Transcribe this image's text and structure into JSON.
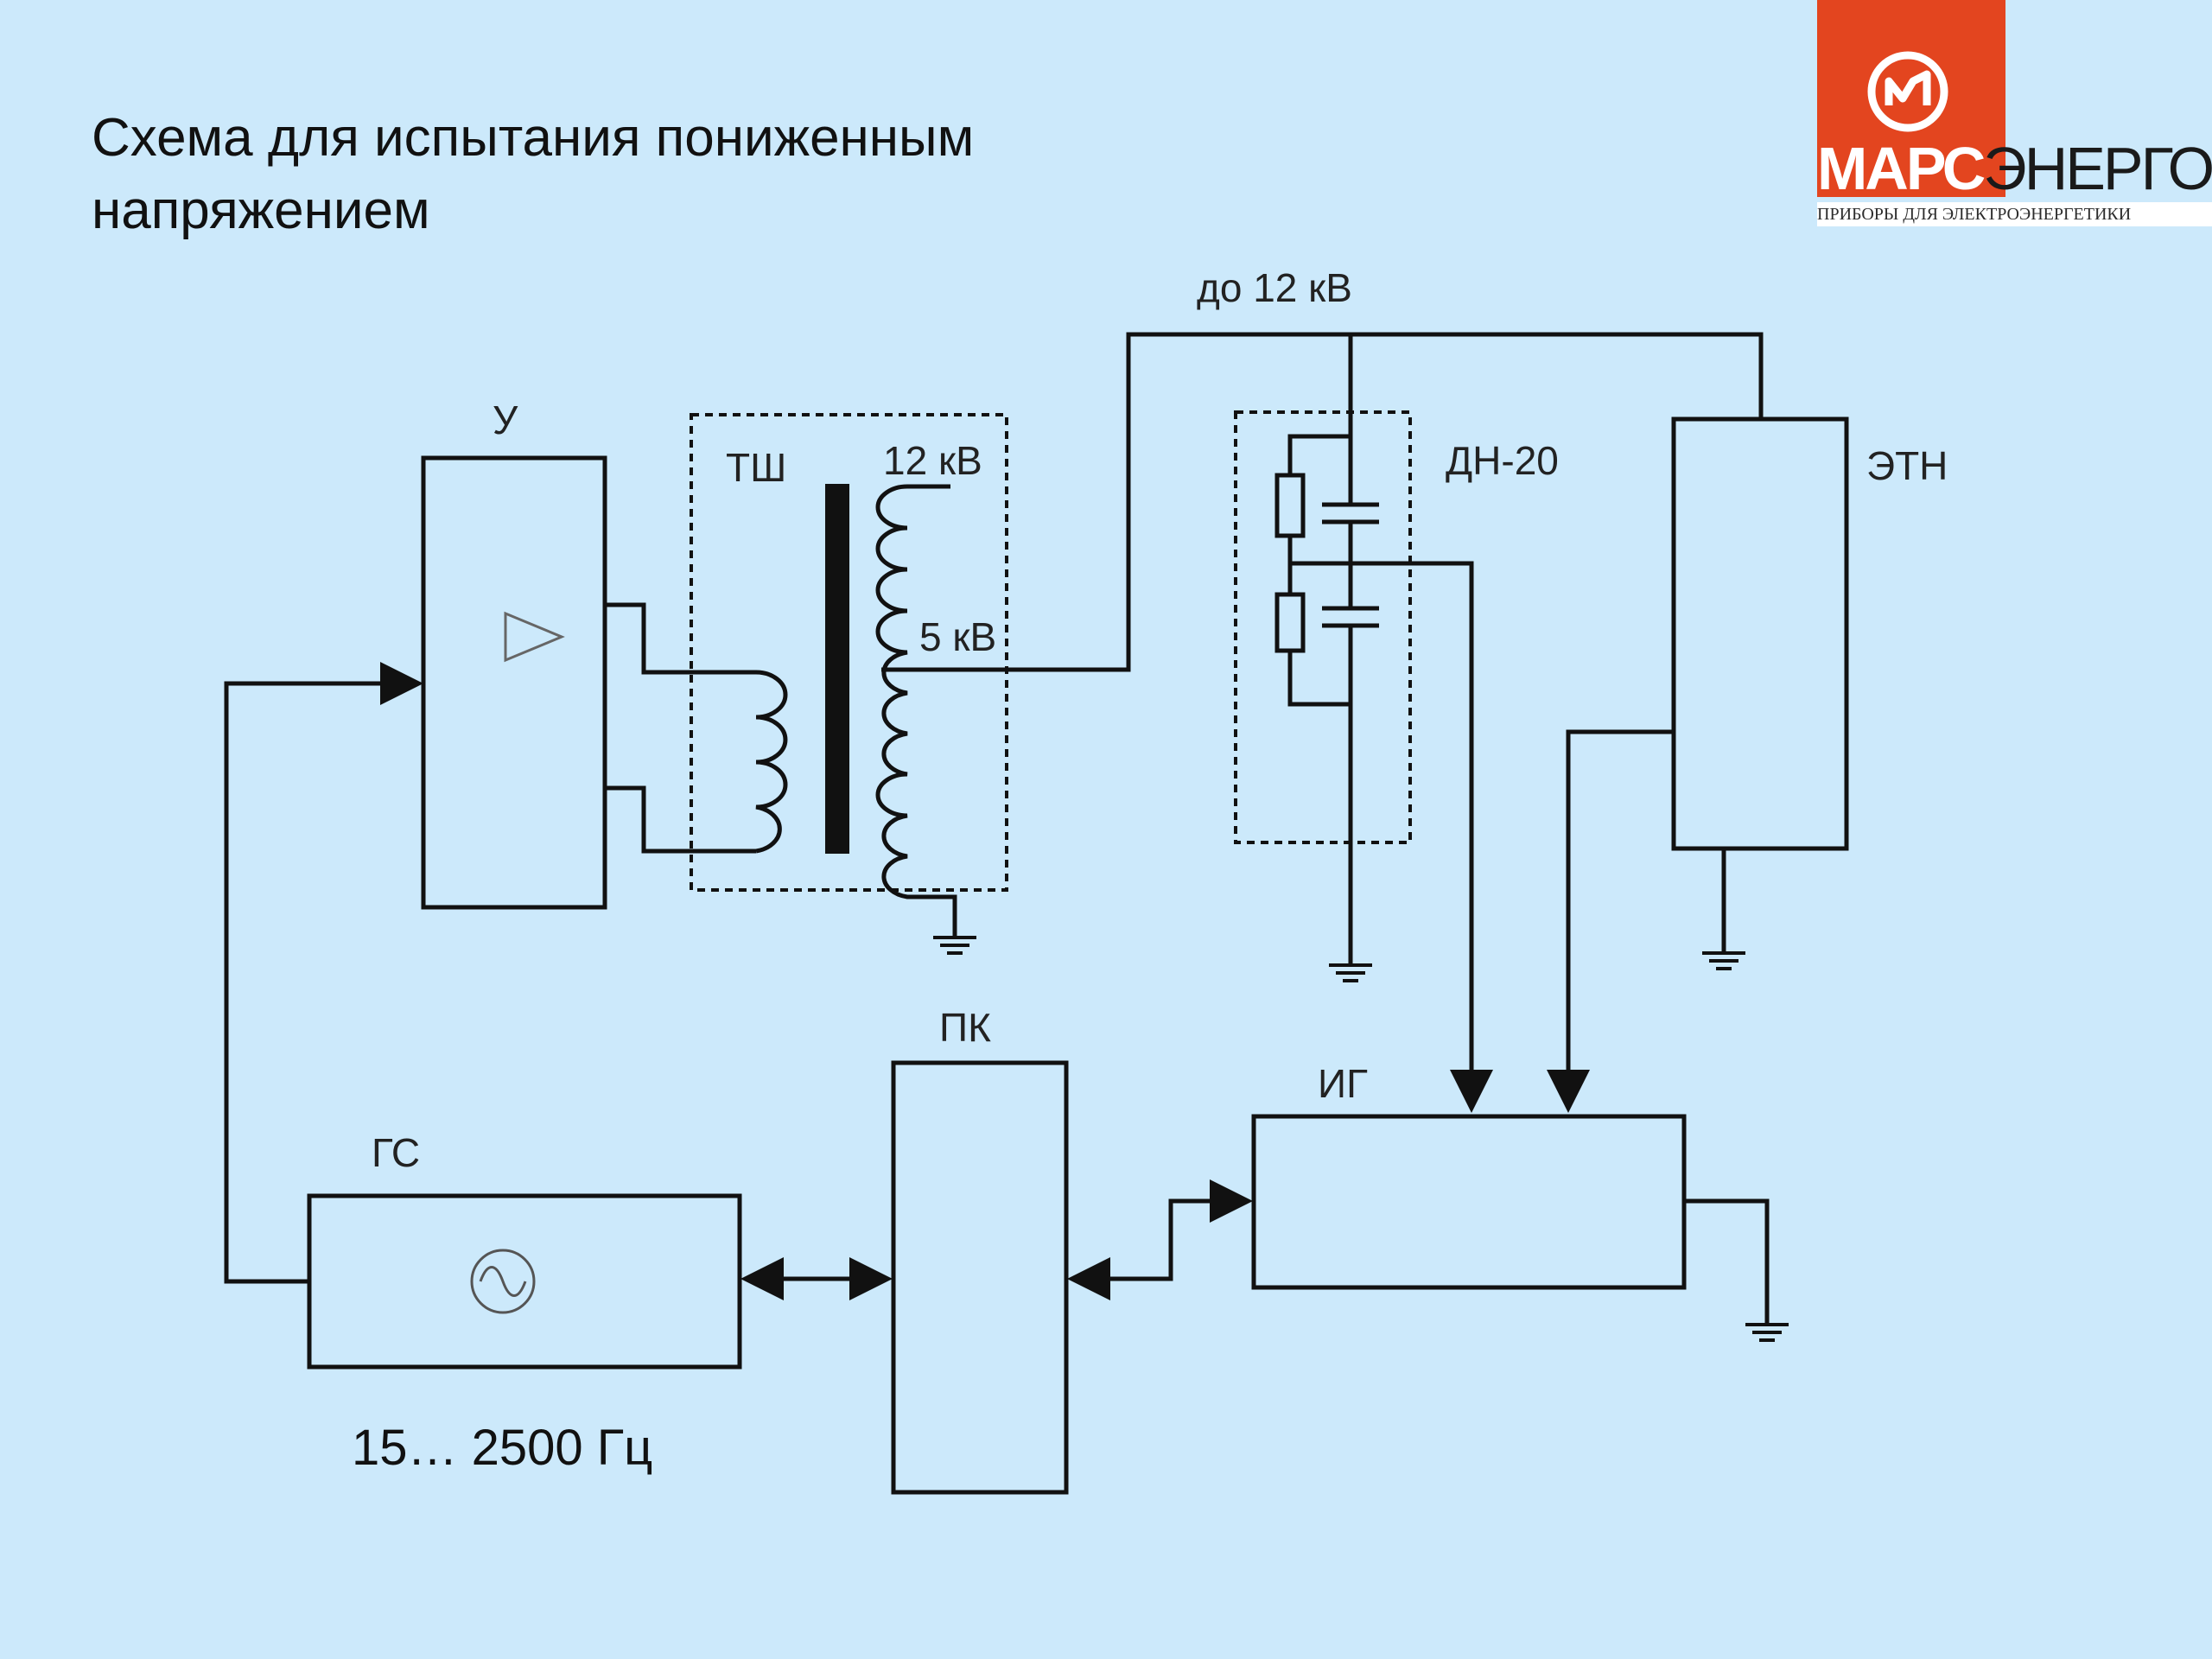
{
  "slide": {
    "title_line1": "Схема для испытания пониженным",
    "title_line2": "напряжением"
  },
  "logo": {
    "brand_part1": "МАРС",
    "brand_part2": "ЭНЕРГО",
    "tagline": "ПРИБОРЫ ДЛЯ ЭЛЕКТРОЭНЕРГЕТИКИ",
    "colors": {
      "red": "#e3451f",
      "text": "#1a1a1a"
    }
  },
  "diagram": {
    "labels": {
      "amplifier": "У",
      "transformer": "ТШ",
      "tap_12kv": "12 кВ",
      "tap_5kv": "5 кВ",
      "voltage_up_to": "до 12 кВ",
      "divider": "ДН-20",
      "reference_divider": "ЭТН",
      "converter": "ПК",
      "meter": "ИГ",
      "generator": "ГС",
      "frequency_range": "15… 2500 Гц"
    },
    "colors": {
      "background": "#cce9fb",
      "wire": "#111111"
    }
  }
}
